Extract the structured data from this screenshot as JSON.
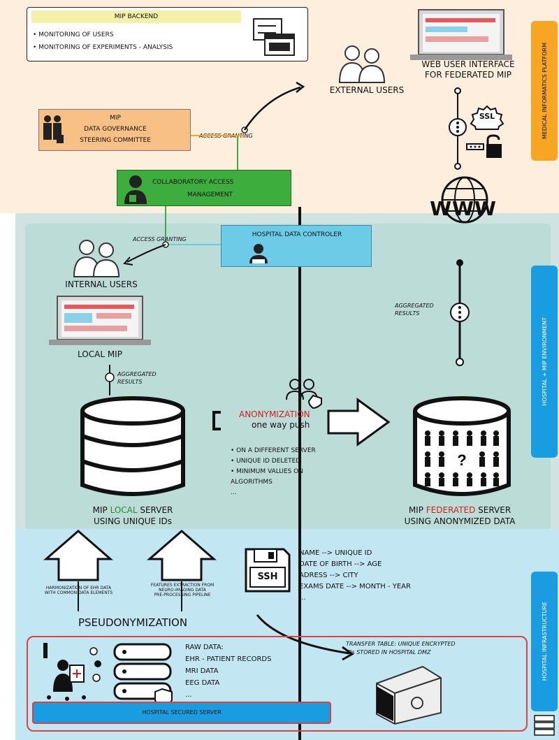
{
  "zones": {
    "platform_label": "MEDICAL INFORMATICS PLATFORM",
    "environment_label": "HOSPITAL + MIP ENVIRONMENT",
    "infrastructure_label": "HOSPITAL INFRASTRUCTURE"
  },
  "backend": {
    "title": "MIP BACKEND",
    "items": [
      "• MONITORING OF USERS",
      "• MONITORING OF EXPERIMENTS - ANALYSIS"
    ]
  },
  "web_ui": {
    "line1": "WEB USER INTERFACE",
    "line2": "FOR FEDERATED MIP"
  },
  "external_users": "EXTERNAL USERS",
  "governance": {
    "line1": "MIP",
    "line2": "DATA GOVERNANCE",
    "line3": "STEERING COMMITTEE"
  },
  "access_granting_1": "ACCESS GRANTING",
  "access_granting_2": "ACCESS GRANTING",
  "collab": {
    "line1": "COLLABORATORY ACCESS",
    "line2": "MANAGEMENT"
  },
  "controller": "HOSPITAL DATA CONTROLER",
  "internal_users": "INTERNAL USERS",
  "local_mip": "LOCAL MIP",
  "aggregated_left": {
    "line1": "AGGREGATED",
    "line2": "RESULTS"
  },
  "aggregated_right": {
    "line1": "AGGREGATED",
    "line2": "RESULTS"
  },
  "anonymization": {
    "title": "ANONYMIZATION",
    "sub": "one way push"
  },
  "anon_list": [
    "• ON A DIFFERENT SERVER",
    "• UNIQUE ID DELETED",
    "• MINIMUM VALUES ON",
    "  ALGORITHMS",
    "..."
  ],
  "local_server": {
    "prefix": "MIP ",
    "highlight": "LOCAL",
    "suffix": " SERVER",
    "line2": "USING UNIQUE IDs"
  },
  "federated_server": {
    "prefix": "MIP ",
    "highlight": "FEDERATED",
    "suffix": " SERVER",
    "line2": "USING ANONYMIZED DATA"
  },
  "harmonization": {
    "line1": "HARMONIZATION OF EHR DATA",
    "line2": "WITH COMMON DATA ELEMENTS"
  },
  "features": {
    "line1": "FEATURES EXTRACTION FROM",
    "line2": "NEURO-IMAGING DATA",
    "line3": "PRE-PROCESSING PIPELINE"
  },
  "pseudonymization": "PSEUDONYMIZATION",
  "ssh_label": "SSH",
  "mappings": [
    "NAME --> UNIQUE ID",
    "DATE OF BIRTH --> AGE",
    "ADRESS --> CITY",
    "EXAMS DATE --> MONTH - YEAR",
    "..."
  ],
  "raw_data": [
    "RAW DATA:",
    "EHR - PATIENT RECORDS",
    "MRI DATA",
    "EEG DATA",
    "..."
  ],
  "transfer_table": {
    "line1": "TRANSFER TABLE: UNIQUE ENCRYPTED",
    "line2": "IDs STORED IN HOSPITAL DMZ"
  },
  "secured_server": "HOSPITAL SECURED SERVER",
  "ssl_label": "SSL",
  "www_label": "WWW",
  "colors": {
    "orange_tab": "#f6a623",
    "blue_tab": "#1a9de0",
    "green_box": "#3dae3d",
    "controller_box": "#6ccbe6",
    "red_frame": "#e04040"
  }
}
